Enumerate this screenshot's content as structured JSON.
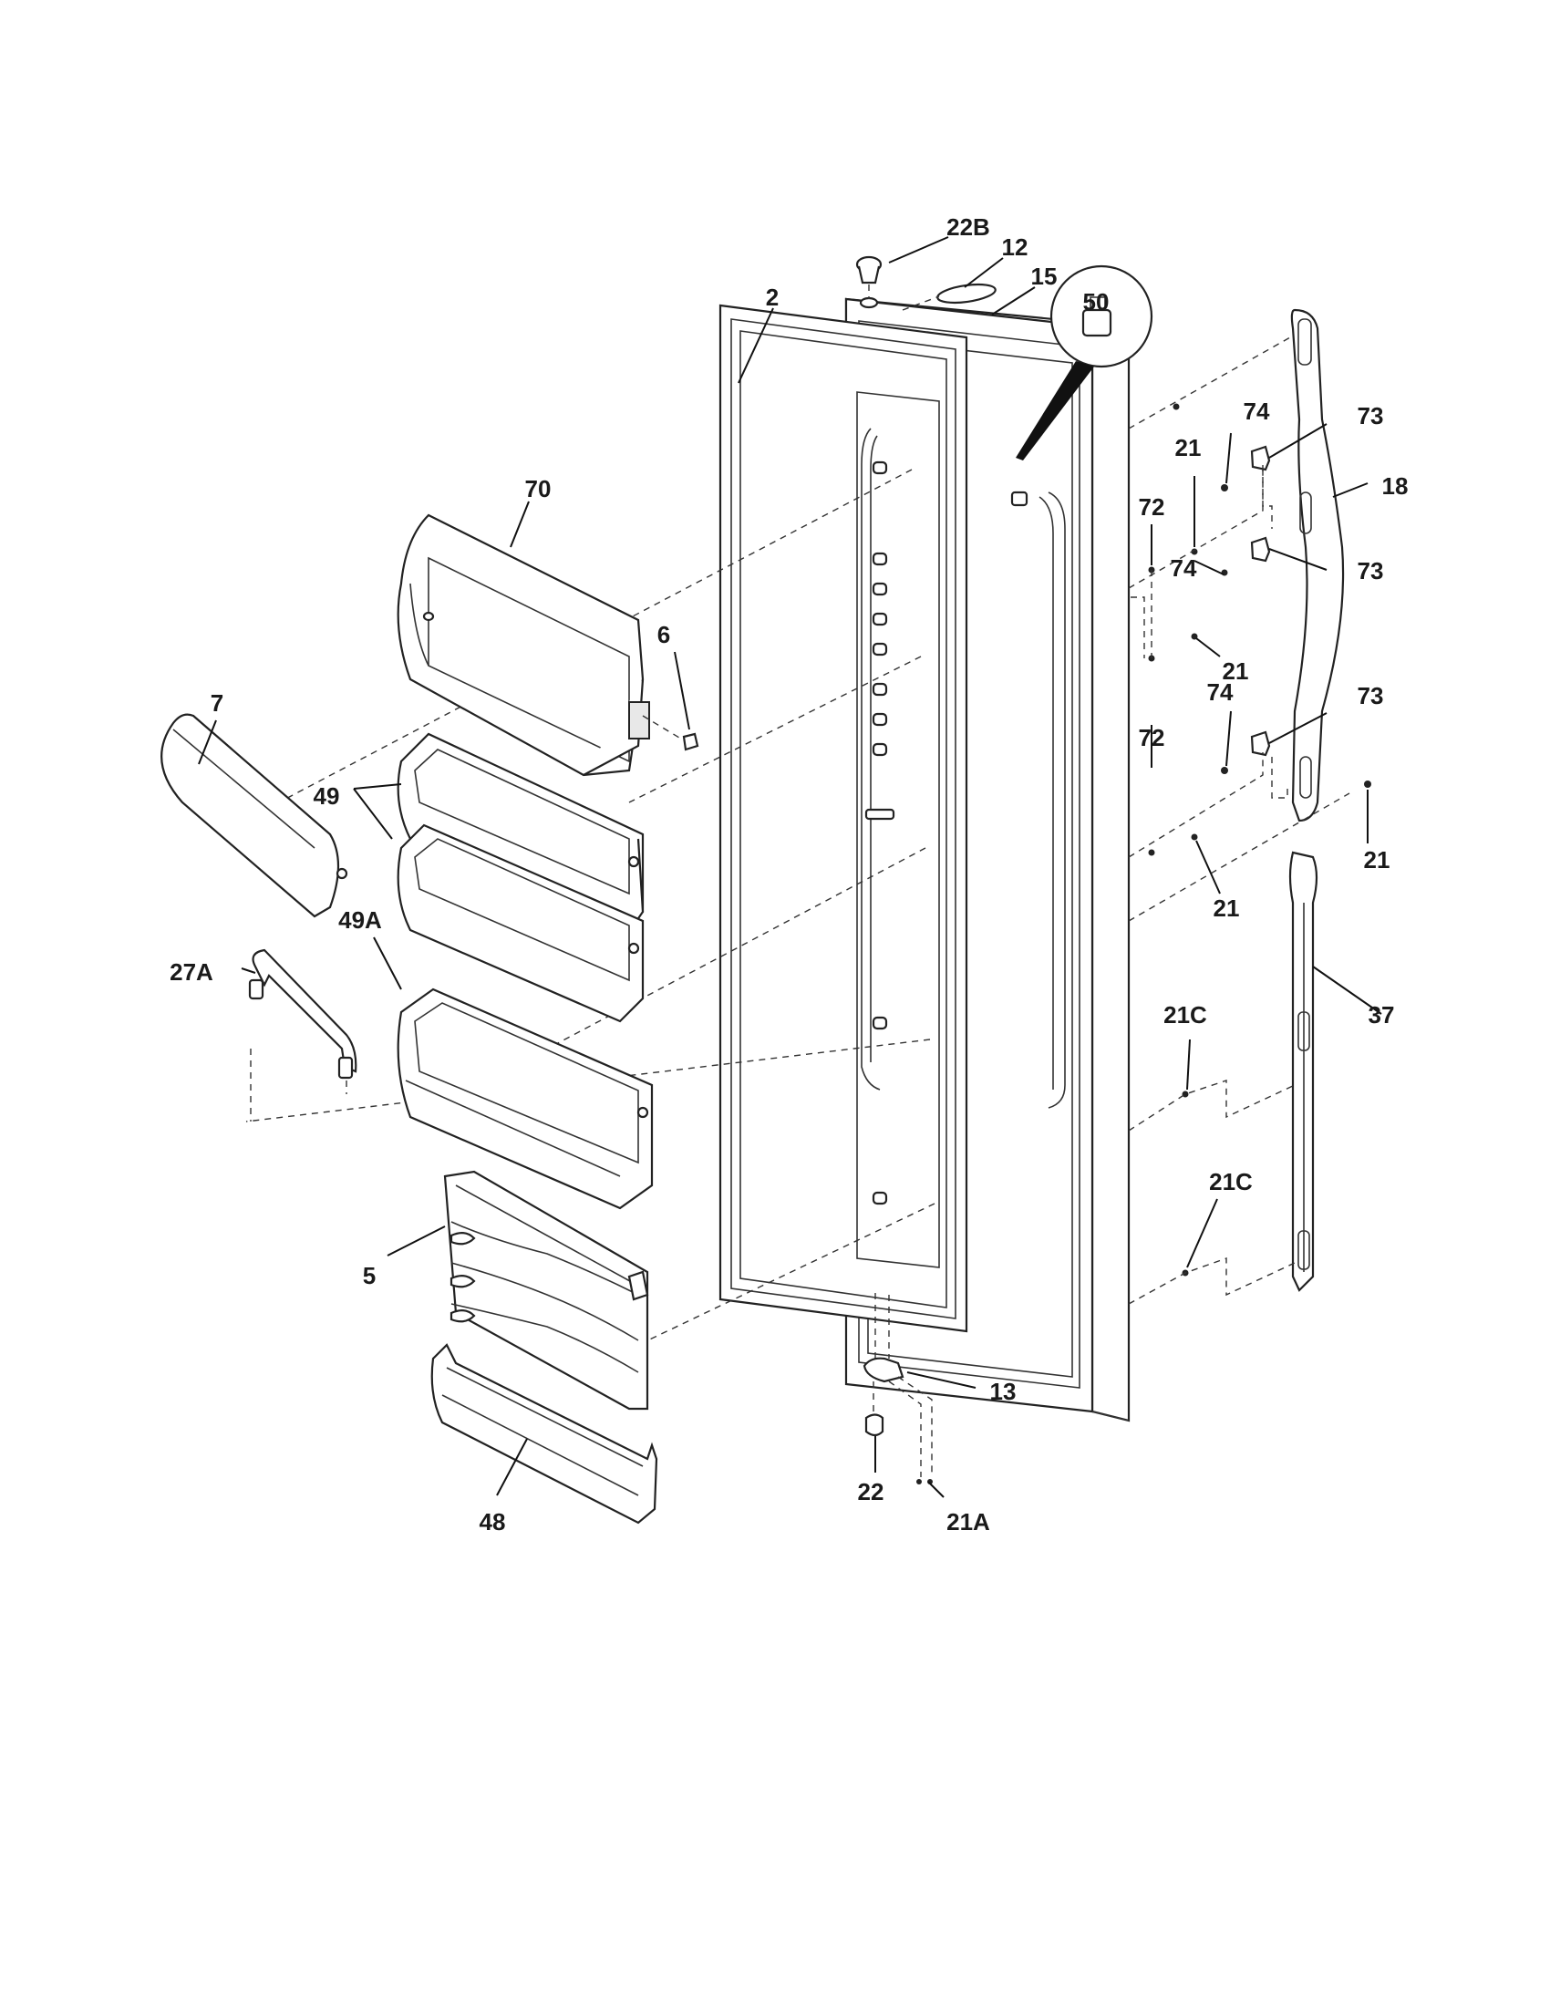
{
  "diagram": {
    "parts": [
      {
        "id": "22B",
        "label": "22B"
      },
      {
        "id": "12",
        "label": "12"
      },
      {
        "id": "15",
        "label": "15"
      },
      {
        "id": "2",
        "label": "2"
      },
      {
        "id": "50",
        "label": "50"
      },
      {
        "id": "70",
        "label": "70"
      },
      {
        "id": "6",
        "label": "6"
      },
      {
        "id": "7",
        "label": "7"
      },
      {
        "id": "49",
        "label": "49"
      },
      {
        "id": "27A",
        "label": "27A"
      },
      {
        "id": "49A",
        "label": "49A"
      },
      {
        "id": "5",
        "label": "5"
      },
      {
        "id": "48",
        "label": "48"
      },
      {
        "id": "13",
        "label": "13"
      },
      {
        "id": "22",
        "label": "22"
      },
      {
        "id": "21A",
        "label": "21A"
      },
      {
        "id": "74a",
        "label": "74"
      },
      {
        "id": "73a",
        "label": "73"
      },
      {
        "id": "18",
        "label": "18"
      },
      {
        "id": "21a",
        "label": "21"
      },
      {
        "id": "72a",
        "label": "72"
      },
      {
        "id": "74b",
        "label": "74"
      },
      {
        "id": "73b",
        "label": "73"
      },
      {
        "id": "21b",
        "label": "21"
      },
      {
        "id": "72b",
        "label": "72"
      },
      {
        "id": "74c",
        "label": "74"
      },
      {
        "id": "73c",
        "label": "73"
      },
      {
        "id": "21c",
        "label": "21"
      },
      {
        "id": "21d",
        "label": "21"
      },
      {
        "id": "37",
        "label": "37"
      },
      {
        "id": "21C1",
        "label": "21C"
      },
      {
        "id": "21C2",
        "label": "21C"
      }
    ]
  }
}
